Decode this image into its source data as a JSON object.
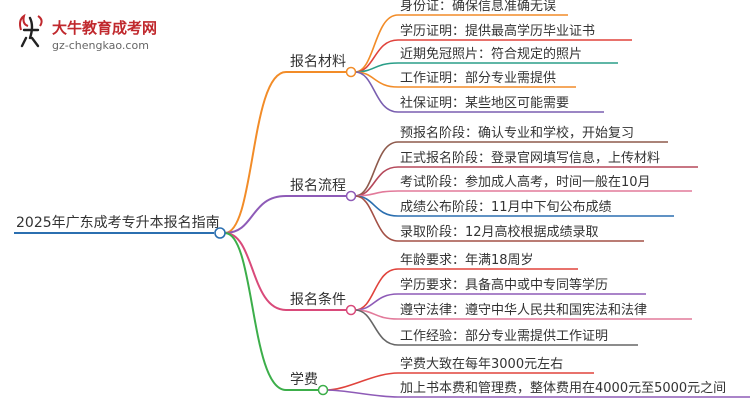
{
  "logo": {
    "title": "大牛教育成考网",
    "url": "gz-chengkao.com"
  },
  "root": {
    "label": "2025年广东成考专升本报名指南"
  },
  "branches": [
    {
      "label": "报名材料",
      "color": "#f28c28",
      "children": [
        {
          "label": "身份证：确保信息准确无误",
          "color": "#f28c28"
        },
        {
          "label": "学历证明：提供最高学历毕业证书",
          "color": "#e0433c"
        },
        {
          "label": "近期免冠照片：符合规定的照片",
          "color": "#2a9e88"
        },
        {
          "label": "工作证明：部分专业需提供",
          "color": "#f28c28"
        },
        {
          "label": "社保证明：某些地区可能需要",
          "color": "#7a5fb0"
        }
      ]
    },
    {
      "label": "报名流程",
      "color": "#8e5bb7",
      "children": [
        {
          "label": "预报名阶段：确认专业和学校，开始复习",
          "color": "#8e5a4c"
        },
        {
          "label": "正式报名阶段：登录官网填写信息，上传材料",
          "color": "#b5485a"
        },
        {
          "label": "考试阶段：参加成人高考，时间一般在10月",
          "color": "#e27a9a"
        },
        {
          "label": "成绩公布阶段：11月中下旬公布成绩",
          "color": "#2b6fb0"
        },
        {
          "label": "录取阶段：12月高校根据成绩录取",
          "color": "#a35046"
        }
      ]
    },
    {
      "label": "报名条件",
      "color": "#d94a7a",
      "children": [
        {
          "label": "年龄要求：年满18周岁",
          "color": "#e0433c"
        },
        {
          "label": "学历要求：具备高中或中专同等学历",
          "color": "#8e5bb7"
        },
        {
          "label": "遵守法律：遵守中华人民共和国宪法和法律",
          "color": "#e27a9a"
        },
        {
          "label": "工作经验：部分专业需提供工作证明",
          "color": "#666666"
        }
      ]
    },
    {
      "label": "学费",
      "color": "#3cae4a",
      "children": [
        {
          "label": "学费大致在每年3000元左右",
          "color": "#e0433c"
        },
        {
          "label": "加上书本费和管理费，整体费用在4000元至5000元之间",
          "color": "#8e5bb7"
        }
      ]
    }
  ]
}
